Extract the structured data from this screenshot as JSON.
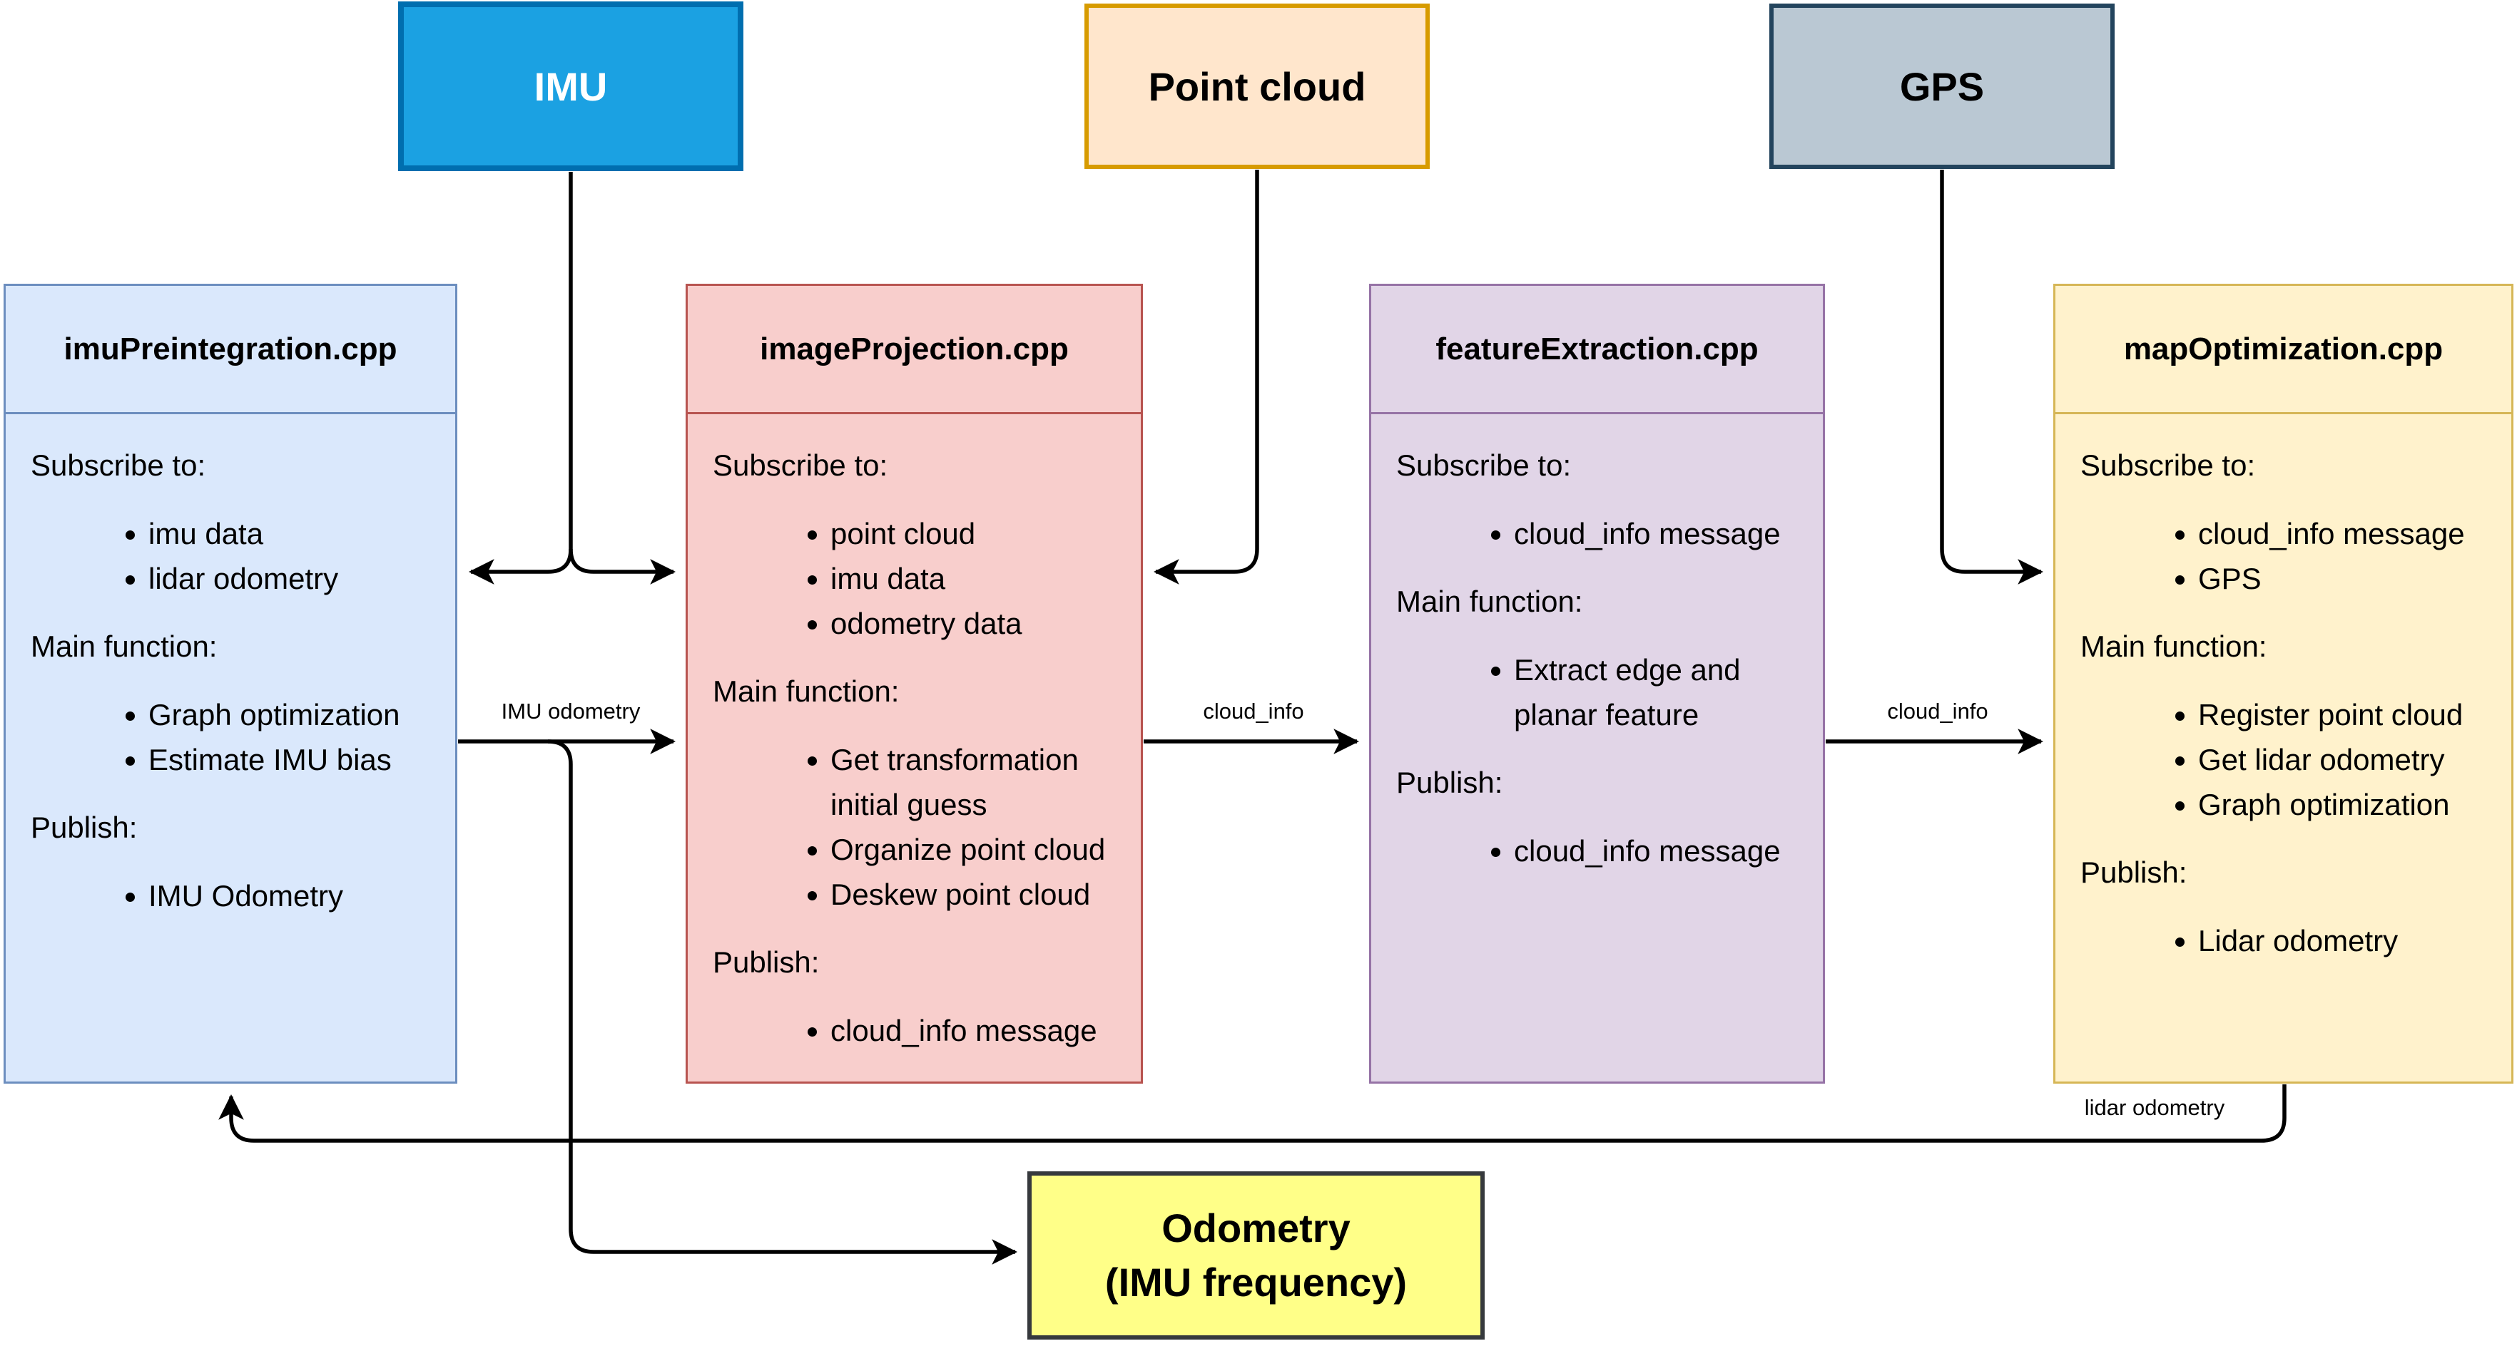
{
  "diagram": {
    "sensors": [
      {
        "label": "IMU",
        "fill": "#1BA1E2",
        "border": "#006EAF",
        "text_color": "#FFFFFF"
      },
      {
        "label": "Point cloud",
        "fill": "#FFE6CC",
        "border": "#D79B00",
        "text_color": "#000000"
      },
      {
        "label": "GPS",
        "fill": "#BAC8D3",
        "border": "#23445D",
        "text_color": "#000000"
      }
    ],
    "modules": [
      {
        "title": "imuPreintegration.cpp",
        "fill": "#DAE8FC",
        "border": "#6C8EBF",
        "subscribe_heading": "Subscribe to:",
        "subscribe_items": [
          "imu data",
          "lidar odometry"
        ],
        "main_heading": "Main function:",
        "main_items": [
          "Graph optimization",
          "Estimate IMU bias"
        ],
        "publish_heading": "Publish:",
        "publish_items": [
          "IMU Odometry"
        ]
      },
      {
        "title": "imageProjection.cpp",
        "fill": "#F8CECC",
        "border": "#B85450",
        "subscribe_heading": "Subscribe to:",
        "subscribe_items": [
          "point cloud",
          "imu data",
          "odometry data"
        ],
        "main_heading": "Main function:",
        "main_items": [
          "Get transformation initial guess",
          "Organize point cloud",
          "Deskew point cloud"
        ],
        "publish_heading": "Publish:",
        "publish_items": [
          "cloud_info message"
        ]
      },
      {
        "title": "featureExtraction.cpp",
        "fill": "#E1D5E7",
        "border": "#9673A6",
        "subscribe_heading": "Subscribe to:",
        "subscribe_items": [
          "cloud_info message"
        ],
        "main_heading": "Main function:",
        "main_items": [
          "Extract edge and planar feature"
        ],
        "publish_heading": "Publish:",
        "publish_items": [
          "cloud_info message"
        ]
      },
      {
        "title": "mapOptimization.cpp",
        "fill": "#FFF2CC",
        "border": "#D6B656",
        "subscribe_heading": "Subscribe to:",
        "subscribe_items": [
          "cloud_info message",
          "GPS"
        ],
        "main_heading": "Main function:",
        "main_items": [
          "Register point cloud",
          "Get lidar odometry",
          "Graph optimization"
        ],
        "publish_heading": "Publish:",
        "publish_items": [
          "Lidar odometry"
        ]
      }
    ],
    "output_box": {
      "label_line1": "Odometry",
      "label_line2": "(IMU frequency)",
      "fill": "#FFFF88",
      "border": "#36393D",
      "text_color": "#000000"
    },
    "edge_labels": {
      "imu_odometry": "IMU odometry",
      "cloud_info_1": "cloud_info",
      "cloud_info_2": "cloud_info",
      "lidar_odometry": "lidar odometry"
    },
    "wire_color": "#000000"
  }
}
